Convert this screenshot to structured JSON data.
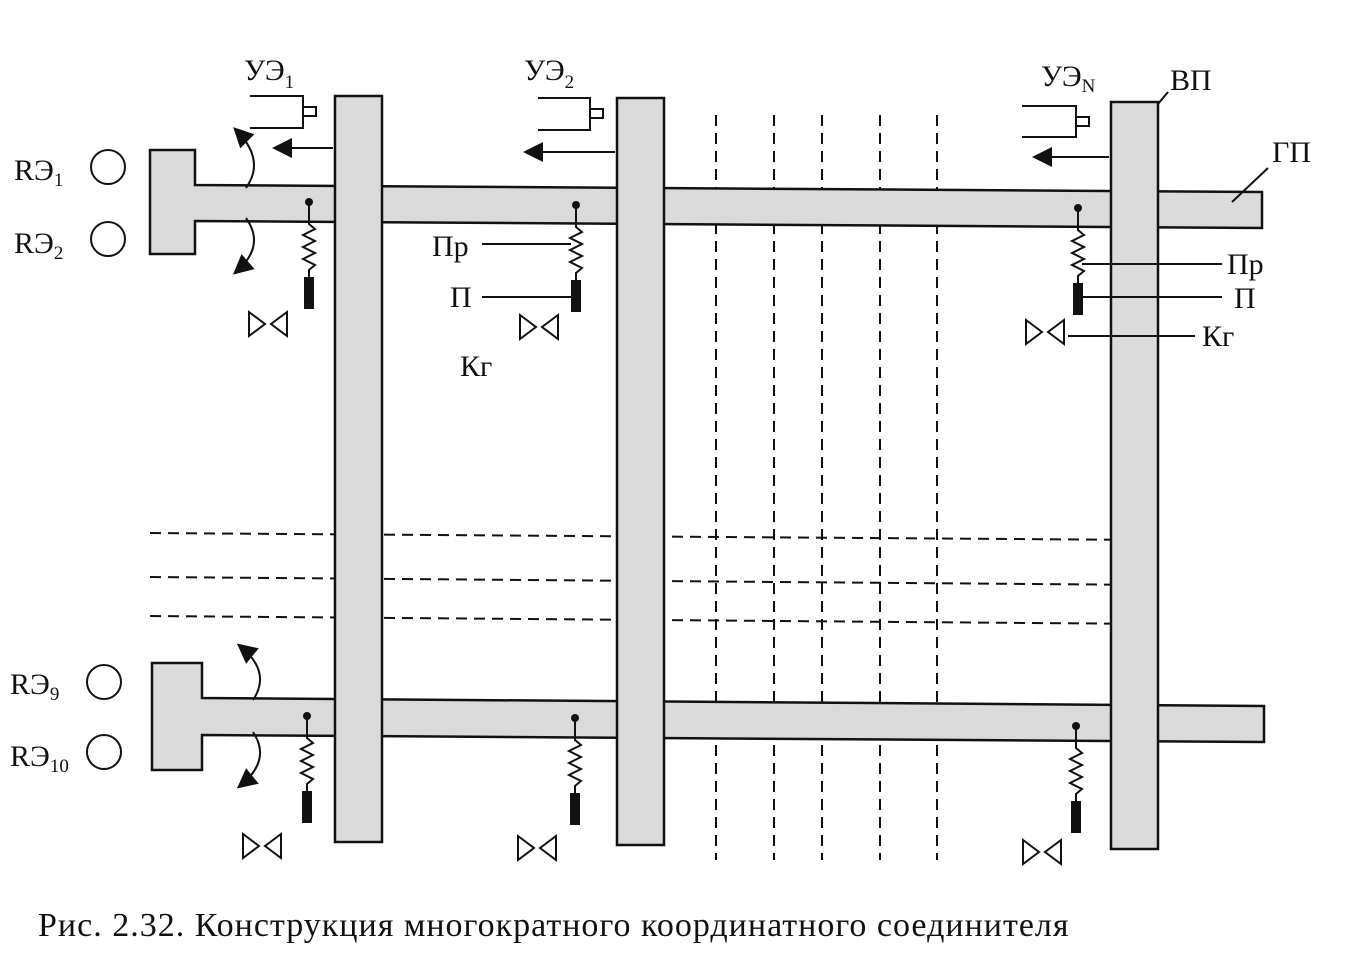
{
  "labels": {
    "ue1": {
      "main": "УЭ",
      "sub": "1"
    },
    "ue2": {
      "main": "УЭ",
      "sub": "2"
    },
    "uen": {
      "main": "УЭ",
      "sub": "N"
    },
    "vp": "ВП",
    "gp": "ГП",
    "pr_left": "Пр",
    "p_left": "П",
    "kg_left": "Кг",
    "pr_right": "Пр",
    "p_right": "П",
    "kg_right": "Кг",
    "re1": {
      "main": "RЭ",
      "sub": "1"
    },
    "re2": {
      "main": "RЭ",
      "sub": "2"
    },
    "re9": {
      "main": "RЭ",
      "sub": "9"
    },
    "re10": {
      "main": "RЭ",
      "sub": "10"
    }
  },
  "caption": "Рис. 2.32. Конструкция многократного координатного соединителя"
}
